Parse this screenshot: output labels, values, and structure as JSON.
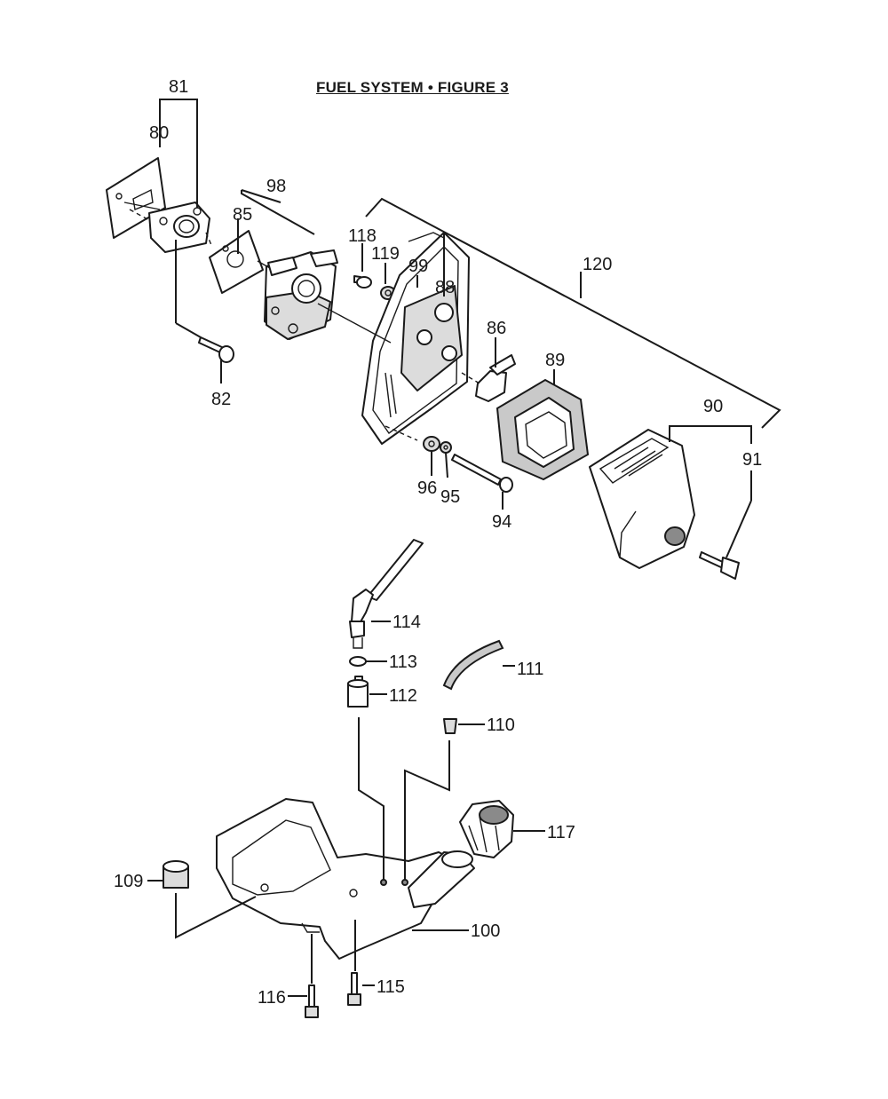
{
  "title": "FUEL SYSTEM  •  FIGURE 3",
  "callouts": {
    "c80": "80",
    "c81": "81",
    "c82": "82",
    "c85": "85",
    "c86": "86",
    "c88": "88",
    "c89": "89",
    "c90": "90",
    "c91": "91",
    "c94": "94",
    "c95": "95",
    "c96": "96",
    "c98": "98",
    "c99": "99",
    "c100": "100",
    "c109": "109",
    "c110": "110",
    "c111": "111",
    "c112": "112",
    "c113": "113",
    "c114": "114",
    "c115": "115",
    "c116": "116",
    "c117": "117",
    "c118": "118",
    "c119": "119",
    "c120": "120"
  }
}
